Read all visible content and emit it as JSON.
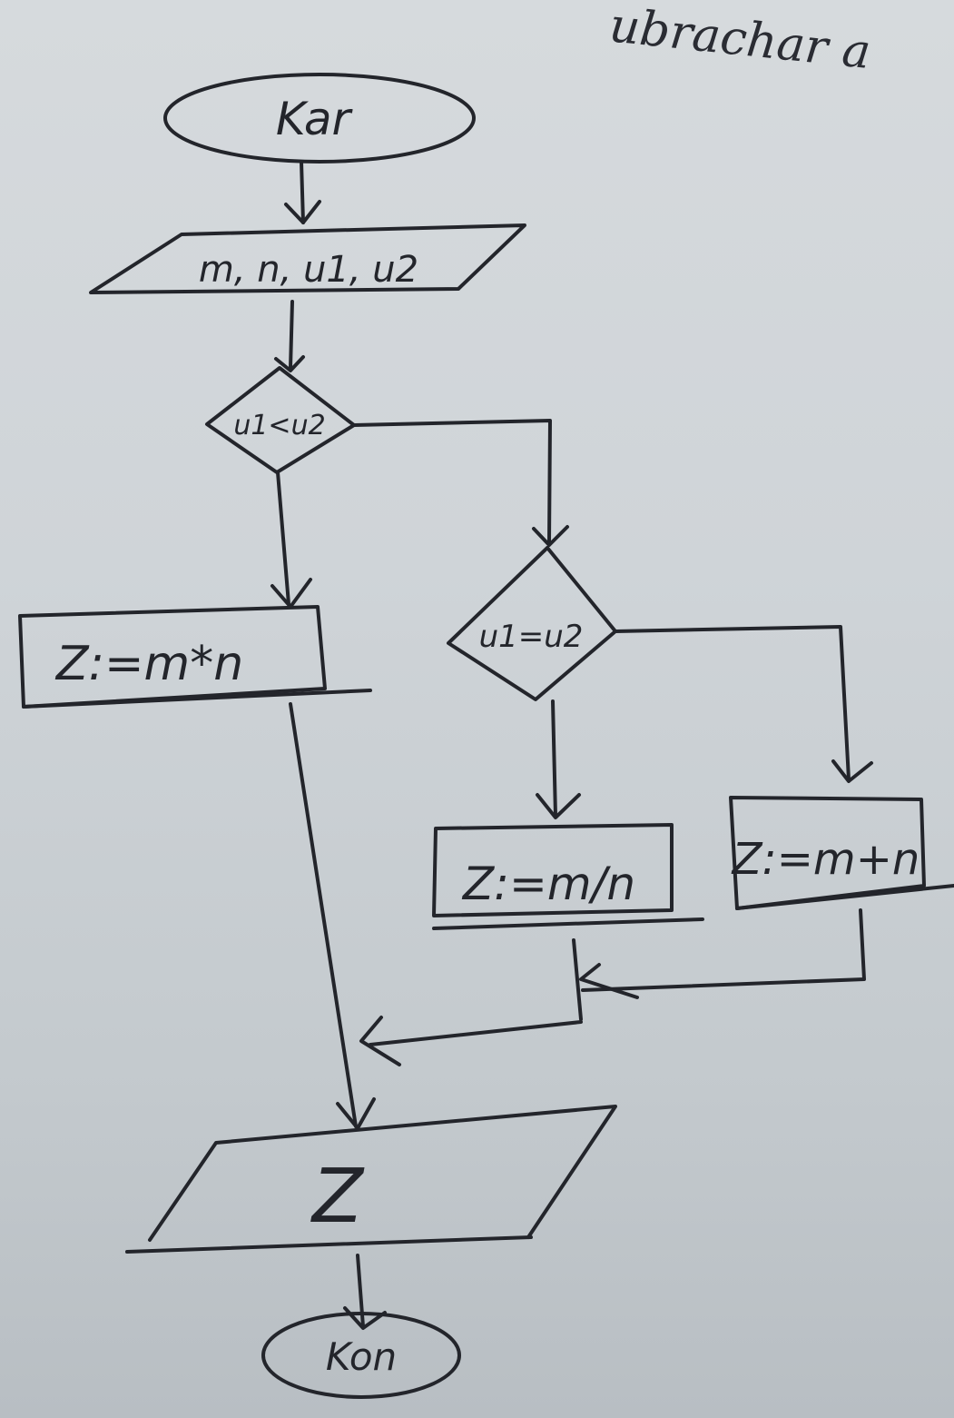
{
  "page": {
    "header_fragment": "ubrachar a"
  },
  "flowchart": {
    "start": "Kar",
    "input": "m, n, u1, u2",
    "decision_1": "u1<u2",
    "decision_2": "u1=u2",
    "process_left": "Z:=m*n",
    "process_middle": "Z:=m/n",
    "process_right": "Z:=m+n",
    "output": "Z",
    "end": "Kon"
  }
}
